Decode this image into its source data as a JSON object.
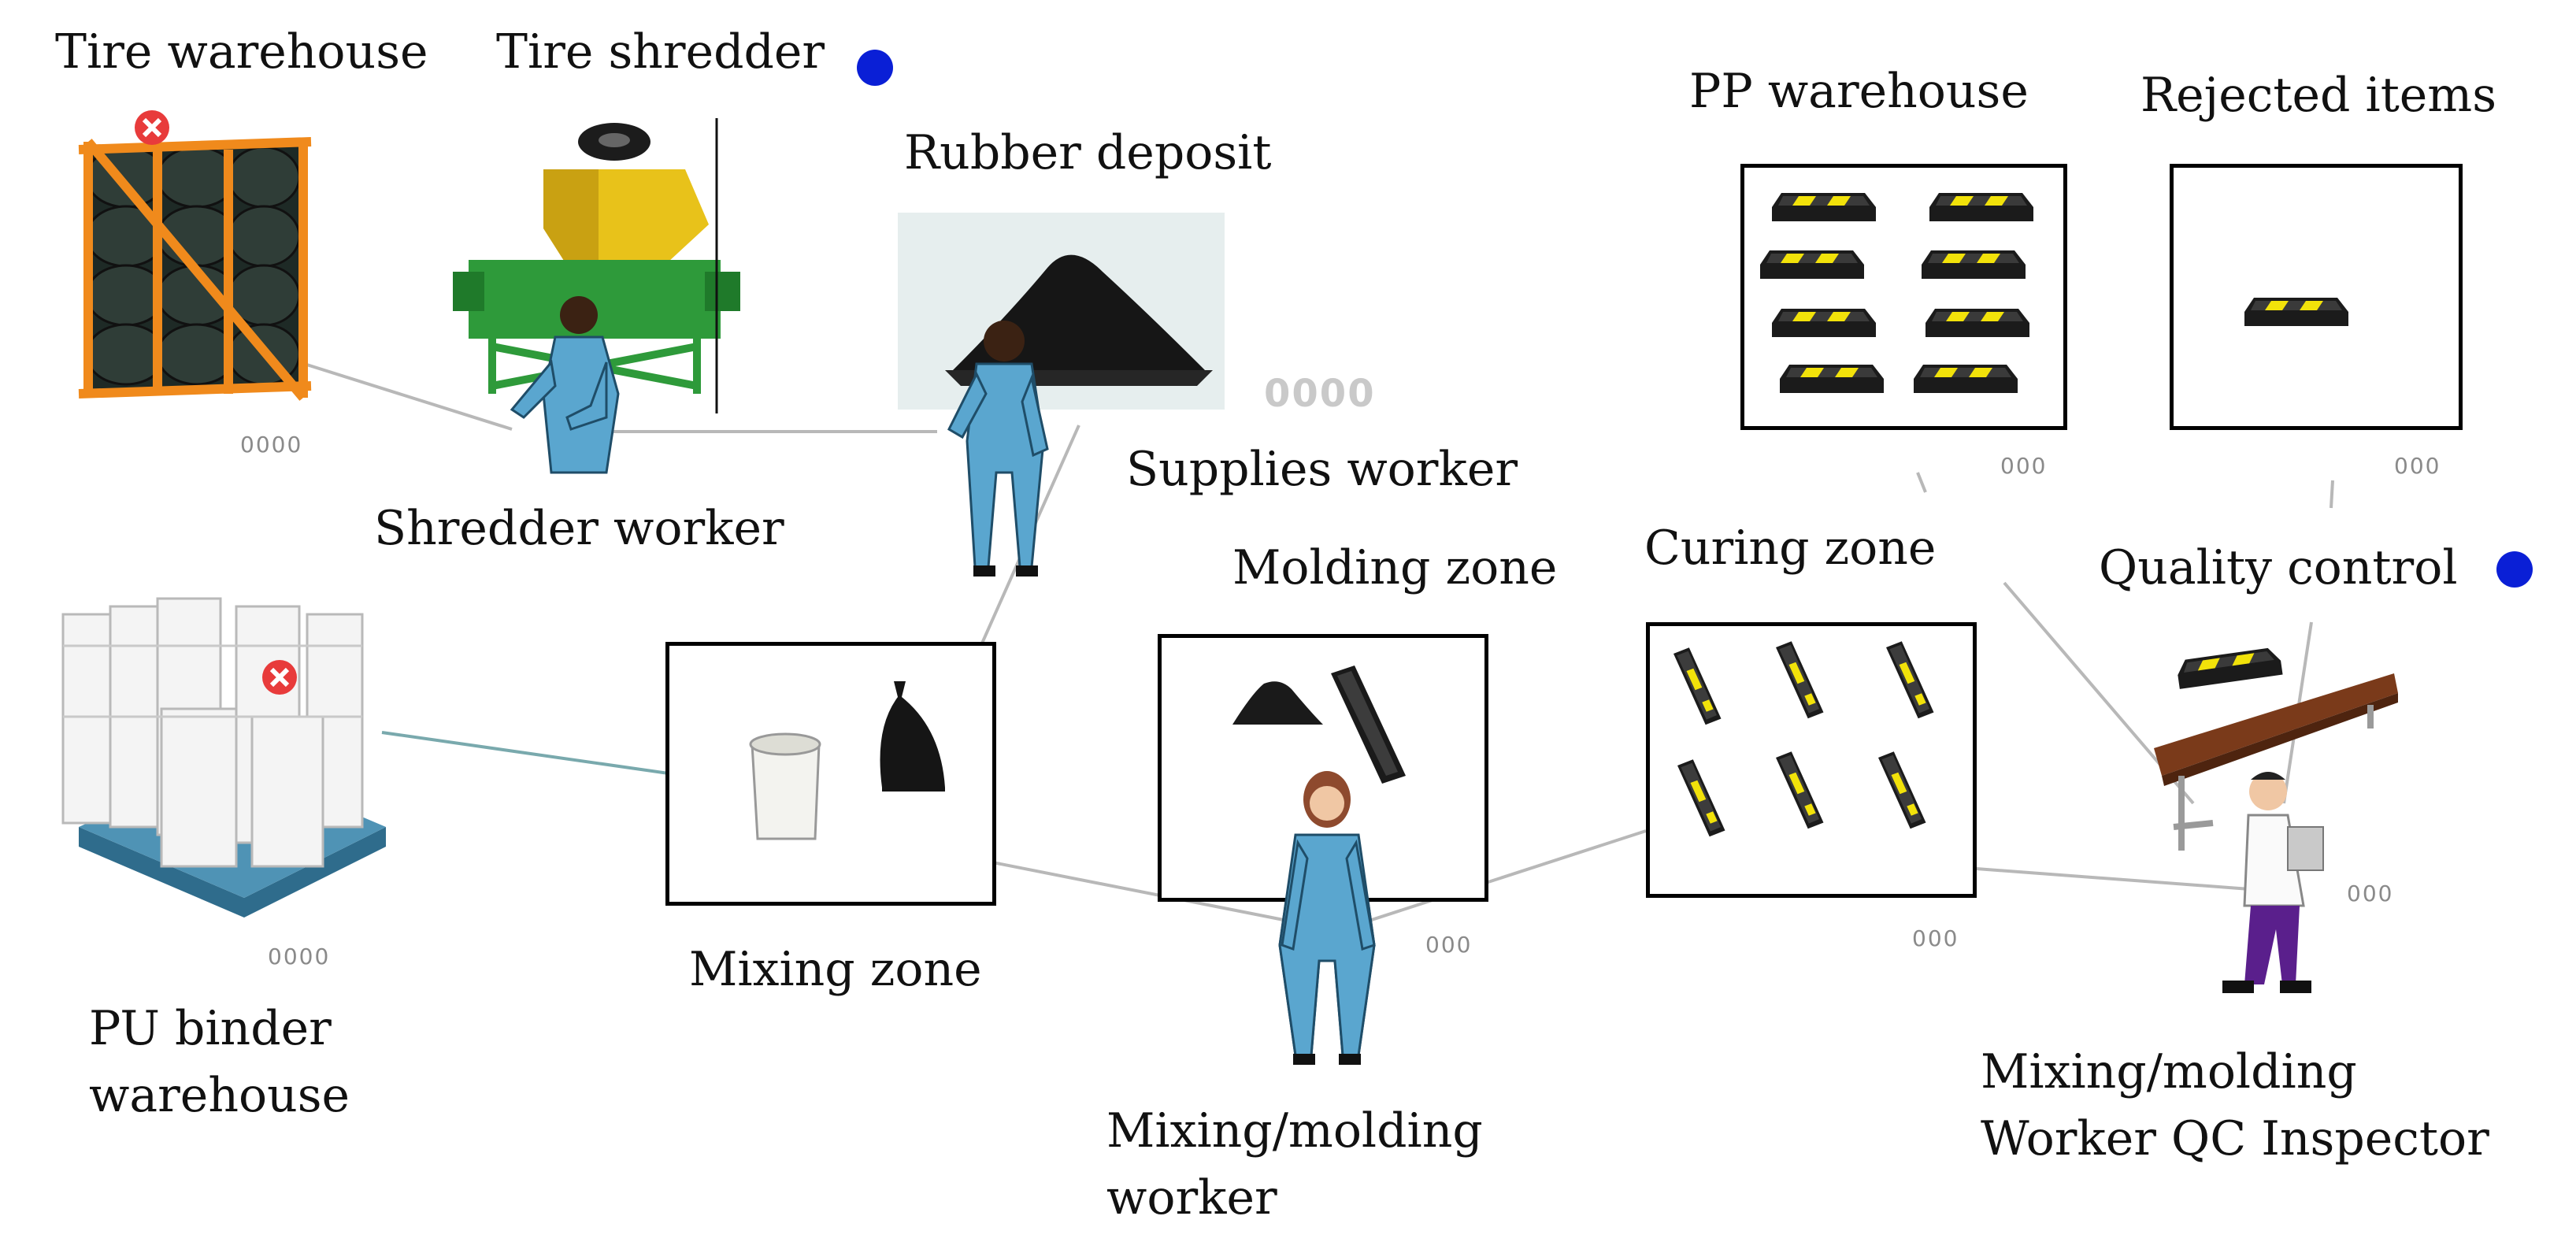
{
  "labels": {
    "tire_warehouse": "Tire warehouse",
    "tire_shredder": "Tire shredder",
    "rubber_deposit": "Rubber deposit",
    "pp_warehouse": "PP warehouse",
    "rejected_items": "Rejected items",
    "shredder_worker": "Shredder worker",
    "supplies_worker": "Supplies worker",
    "molding_zone": "Molding zone",
    "curing_zone": "Curing zone",
    "quality_control": "Quality control",
    "mixing_zone": "Mixing zone",
    "pu_binder_line1": "PU binder",
    "pu_binder_line2": "warehouse",
    "mm_worker_line1": "Mixing/molding",
    "mm_worker_line2": "worker",
    "qc_line1": "Mixing/molding",
    "qc_line2": "Worker QC Inspector"
  },
  "counters": {
    "tire_warehouse": "0000",
    "rubber_deposit": "0000",
    "pu_binder": "0000",
    "pp_warehouse": "000",
    "rejected_items": "000",
    "molding_zone": "000",
    "curing_zone": "000",
    "qc_inspector": "000"
  },
  "colors": {
    "status_dot": "#0a1fd6",
    "worker_suit": "#5aa6cf",
    "rack_orange": "#f08a1c",
    "shredder_green": "#2e9a3a",
    "hopper_yellow": "#e8c21a",
    "stopper_yellow": "#f2e20a",
    "table_brown": "#7a3a1a"
  },
  "icons": {
    "tire_warehouse_status": "cross-circle-icon",
    "pu_binder_status": "cross-circle-icon"
  }
}
